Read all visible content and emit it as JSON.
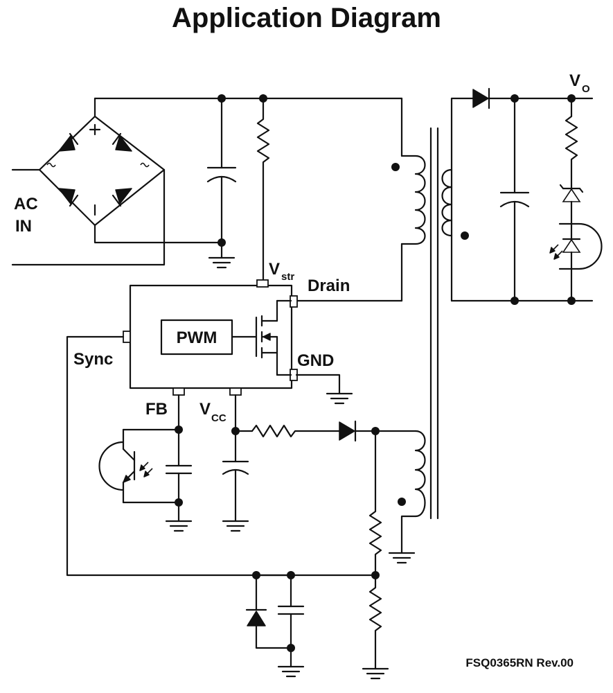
{
  "title": "Application Diagram",
  "labels": {
    "ac_in_1": "AC",
    "ac_in_2": "IN",
    "vstr_main": "V",
    "vstr_sub": "str",
    "drain": "Drain",
    "pwm": "PWM",
    "sync": "Sync",
    "gnd": "GND",
    "fb": "FB",
    "vcc_main": "V",
    "vcc_sub": "CC",
    "vo_main": "V",
    "vo_sub": "O",
    "footer": "FSQ0365RN Rev.00"
  }
}
